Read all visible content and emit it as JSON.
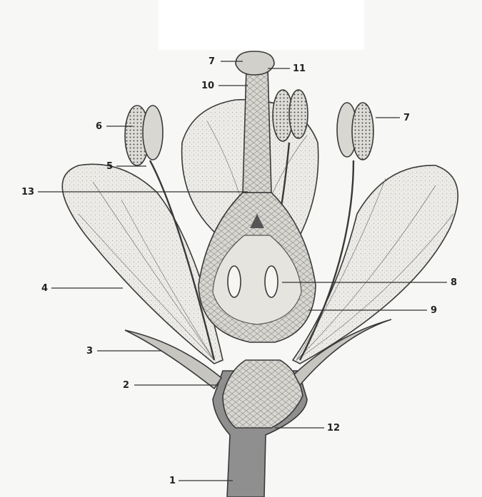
{
  "diagram": {
    "labels": [
      {
        "id": "label-1",
        "text": "1"
      },
      {
        "id": "label-2",
        "text": "2"
      },
      {
        "id": "label-3",
        "text": "3"
      },
      {
        "id": "label-4",
        "text": "4"
      },
      {
        "id": "label-5",
        "text": "5"
      },
      {
        "id": "label-6",
        "text": "6"
      },
      {
        "id": "label-7-left",
        "text": "7"
      },
      {
        "id": "label-7-right",
        "text": "7"
      },
      {
        "id": "label-8",
        "text": "8"
      },
      {
        "id": "label-9",
        "text": "9"
      },
      {
        "id": "label-10",
        "text": "10"
      },
      {
        "id": "label-11",
        "text": "11"
      },
      {
        "id": "label-12",
        "text": "12"
      },
      {
        "id": "label-13",
        "text": "13"
      }
    ]
  },
  "colors": {
    "line": "#3a3a3a",
    "petal_fill": "#ecebe7",
    "tissue_fill": "#d6d4cf",
    "stem_fill": "#8f8f8f",
    "anther_fill": "#d9d7d2"
  }
}
